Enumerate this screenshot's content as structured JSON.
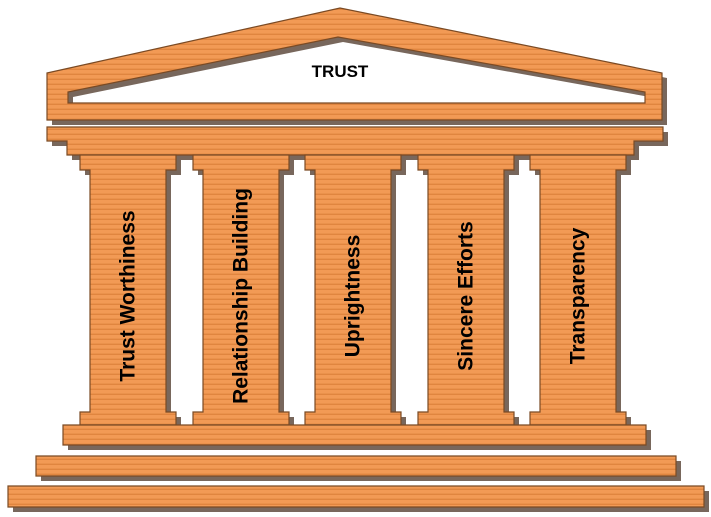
{
  "roof": {
    "label": "TRUST"
  },
  "pillars": [
    {
      "label": "Trust Worthiness"
    },
    {
      "label": "Relationship Building"
    },
    {
      "label": "Uprightness"
    },
    {
      "label": "Sincere Efforts"
    },
    {
      "label": "Transparency"
    }
  ],
  "colors": {
    "stone": "#f29a55",
    "stone_dark": "#e0853f",
    "outline": "#7a4a24",
    "shadow": "#4b3426",
    "text": "#000000"
  }
}
